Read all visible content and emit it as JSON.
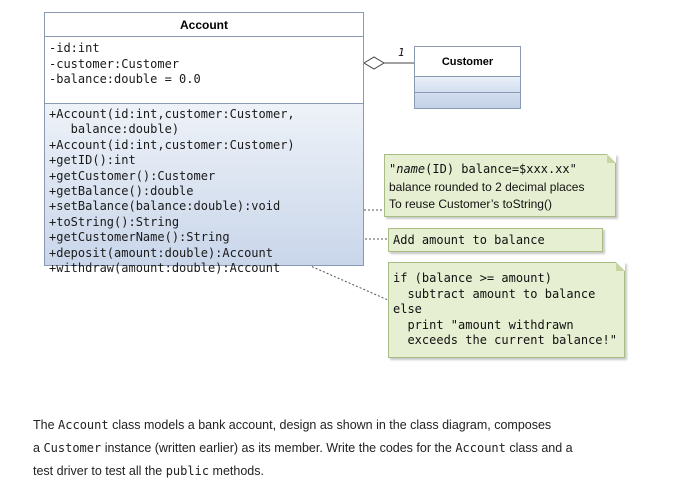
{
  "account": {
    "title": "Account",
    "attributes": [
      "-id:int",
      "-customer:Customer",
      "-balance:double = 0.0"
    ],
    "methods": [
      "+Account(id:int,customer:Customer,",
      "   balance:double)",
      "+Account(id:int,customer:Customer)",
      "+getID():int",
      "+getCustomer():Customer",
      "+getBalance():double",
      "+setBalance(balance:double):void",
      "+toString():String",
      "+getCustomerName():String",
      "+deposit(amount:double):Account",
      "+withdraw(amount:double):Account"
    ]
  },
  "customer": {
    "title": "Customer"
  },
  "association": {
    "multiplicity": "1"
  },
  "notes": {
    "tostring": {
      "line1_name": "name",
      "line1_open": "\"",
      "line1_rest": "(ID) balance=$xxx.xx\"",
      "line2": "balance rounded to 2 decimal places",
      "line3": "To reuse Customer’s toString()"
    },
    "deposit": {
      "line1": "Add amount to balance"
    },
    "withdraw": {
      "lines": [
        "if (balance >= amount)",
        "  subtract amount to balance",
        "else",
        "  print \"amount withdrawn",
        "  exceeds the current balance!\""
      ]
    }
  },
  "paragraph": {
    "p1": "The ",
    "c1": "Account",
    "p2": " class models a bank account, design as shown in the class diagram, composes",
    "p3": "a ",
    "c2": "Customer",
    "p4": " instance (written earlier)  as its member. Write the codes for the ",
    "c3": "Account",
    "p5": " class and a",
    "p6": "test driver to test all the ",
    "c4": "public",
    "p7": " methods."
  },
  "colors": {
    "class_border": "#8a9ab5",
    "class_gradient_top": "#eef2f8",
    "class_gradient_bottom": "#c9d6ea",
    "note_fill": "#e6efd1",
    "note_border": "#a8bd83"
  }
}
